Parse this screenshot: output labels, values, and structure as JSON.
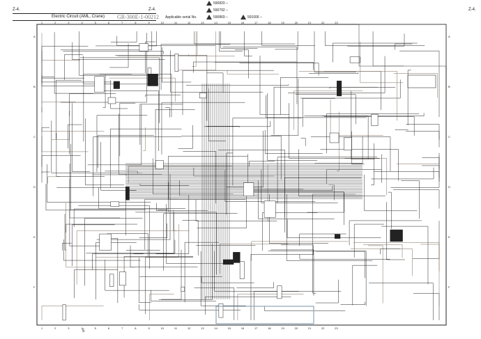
{
  "header": {
    "page_left": "Z-4.",
    "page_right": "Z-4.",
    "title": "Electric Circuit (AML, Crane)",
    "doc_number": "GR-300E-1-00212",
    "applicable_label": "Applicable serial No.",
    "serials": [
      "590820 –",
      "590792 –",
      "590869 –",
      "591006 –"
    ],
    "far_right_page": "Z-4."
  },
  "grid": {
    "columns": [
      "1",
      "2",
      "3",
      "4",
      "5",
      "6",
      "7",
      "8",
      "9",
      "10",
      "11",
      "12",
      "13",
      "14",
      "15",
      "16",
      "17",
      "18",
      "19",
      "20",
      "21",
      "22",
      "23"
    ],
    "rows": [
      "A",
      "B",
      "C",
      "D",
      "E",
      "F"
    ]
  },
  "footer": {
    "page_number": "5"
  },
  "colors": {
    "wire": "#222222",
    "harness": "#7a6a5a",
    "table": "#8fa3b5"
  }
}
